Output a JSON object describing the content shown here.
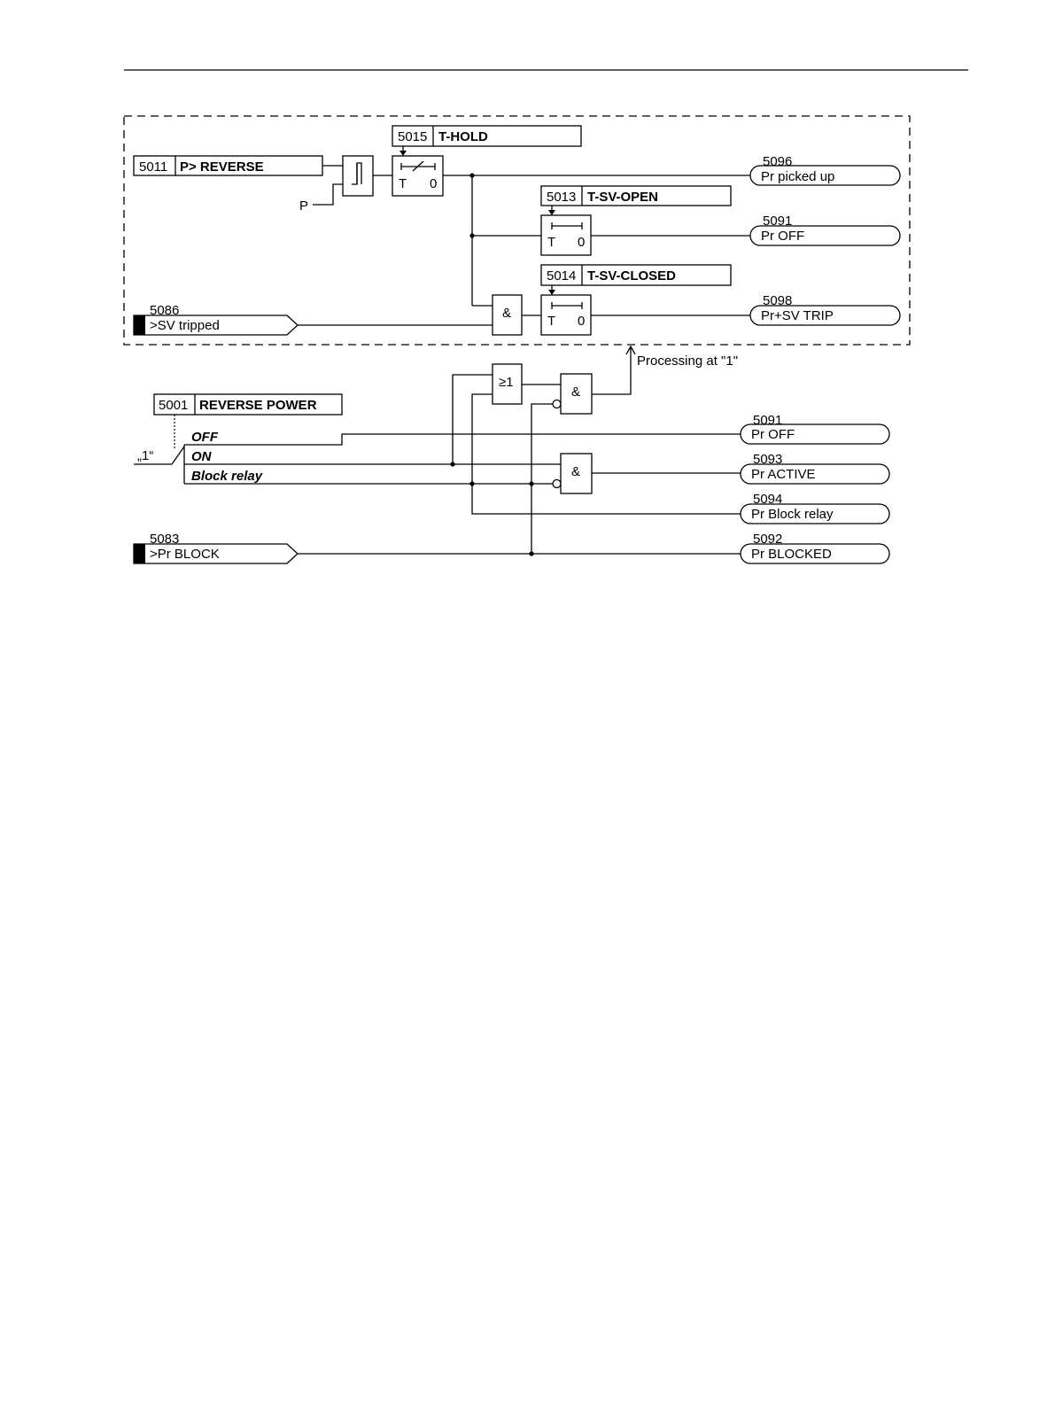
{
  "params": {
    "p_reverse": {
      "num": "5011",
      "name": "P> REVERSE"
    },
    "t_hold": {
      "num": "5015",
      "name": "T-HOLD"
    },
    "t_sv_open": {
      "num": "5013",
      "name": "T-SV-OPEN"
    },
    "t_sv_closed": {
      "num": "5014",
      "name": "T-SV-CLOSED"
    },
    "reverse_power": {
      "num": "5001",
      "name": "REVERSE POWER"
    }
  },
  "inputs": {
    "sv_tripped": {
      "num": "5086",
      "label": ">SV tripped"
    },
    "pr_block": {
      "num": "5083",
      "label": ">Pr BLOCK"
    },
    "p_label": "P"
  },
  "outputs": {
    "pr_picked_up": {
      "num": "5096",
      "label": "Pr picked up"
    },
    "pr_off_upper": {
      "num": "5091",
      "label": "Pr OFF"
    },
    "pr_sv_trip": {
      "num": "5098",
      "label": "Pr+SV TRIP"
    },
    "pr_off_lower": {
      "num": "5091",
      "label": "Pr OFF"
    },
    "pr_active": {
      "num": "5093",
      "label": "Pr ACTIVE"
    },
    "pr_block_relay": {
      "num": "5094",
      "label": "Pr Block relay"
    },
    "pr_blocked": {
      "num": "5092",
      "label": "Pr BLOCKED"
    }
  },
  "timers": {
    "t": "T",
    "zero": "0"
  },
  "gates": {
    "and": "&",
    "or": "≥1"
  },
  "switch": {
    "one_label": "„1“",
    "off": "OFF",
    "on": "ON",
    "block_relay": "Block relay"
  },
  "processing_label": "Processing at \"1\""
}
